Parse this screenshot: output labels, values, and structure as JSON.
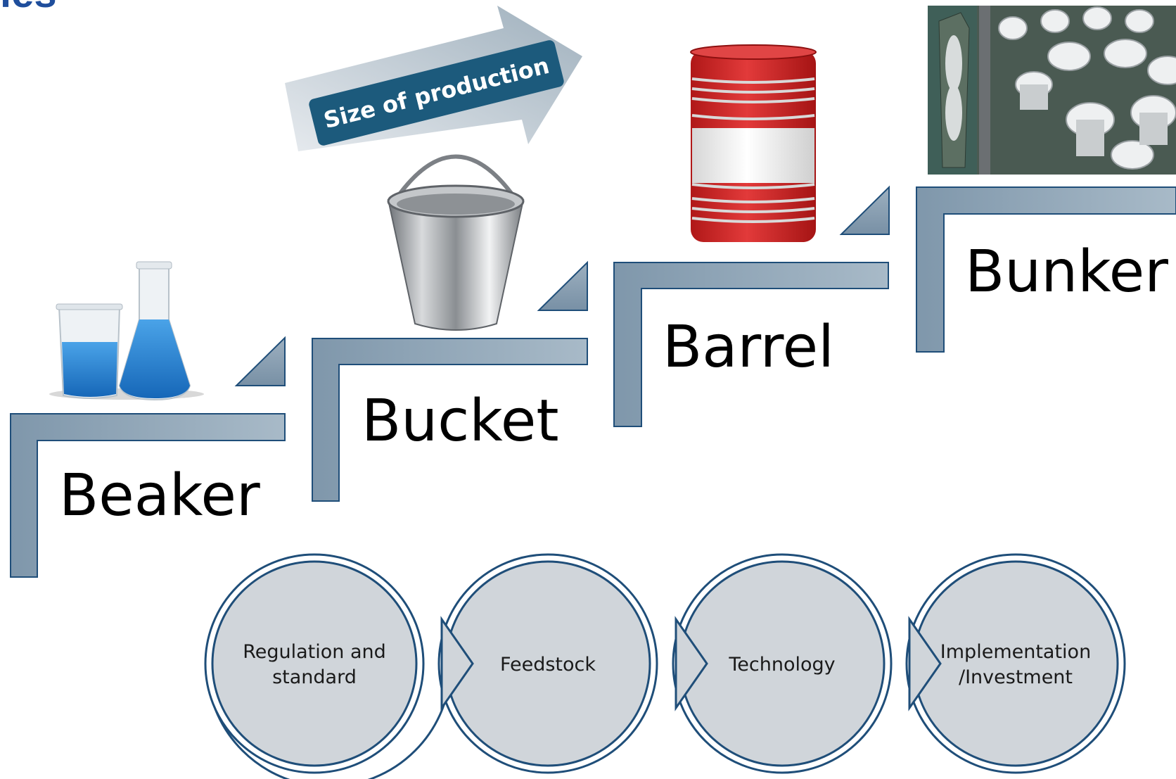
{
  "header": {
    "title_fragment": "ies"
  },
  "arrow": {
    "label": "Size of production"
  },
  "steps": [
    {
      "label": "Beaker",
      "image": "beaker-and-flask-image"
    },
    {
      "label": "Bucket",
      "image": "steel-bucket-image"
    },
    {
      "label": "Barrel",
      "image": "oil-barrel-image"
    },
    {
      "label": "Bunker",
      "image": "tanker-and-storage-tanks-photo"
    }
  ],
  "process": [
    {
      "lines": [
        "Regulation and",
        "standard"
      ]
    },
    {
      "lines": [
        "Feedstock"
      ]
    },
    {
      "lines": [
        "Technology"
      ]
    },
    {
      "lines": [
        "Implementation",
        "/Investment"
      ]
    }
  ],
  "colors": {
    "step_fill": "#8ea4b6",
    "step_edge": "#1f4e79",
    "arrow_badge": "#1c5a7c",
    "circle_fill": "#d0d5da",
    "circle_stroke": "#1f4e79",
    "title": "#1f4e9c"
  }
}
